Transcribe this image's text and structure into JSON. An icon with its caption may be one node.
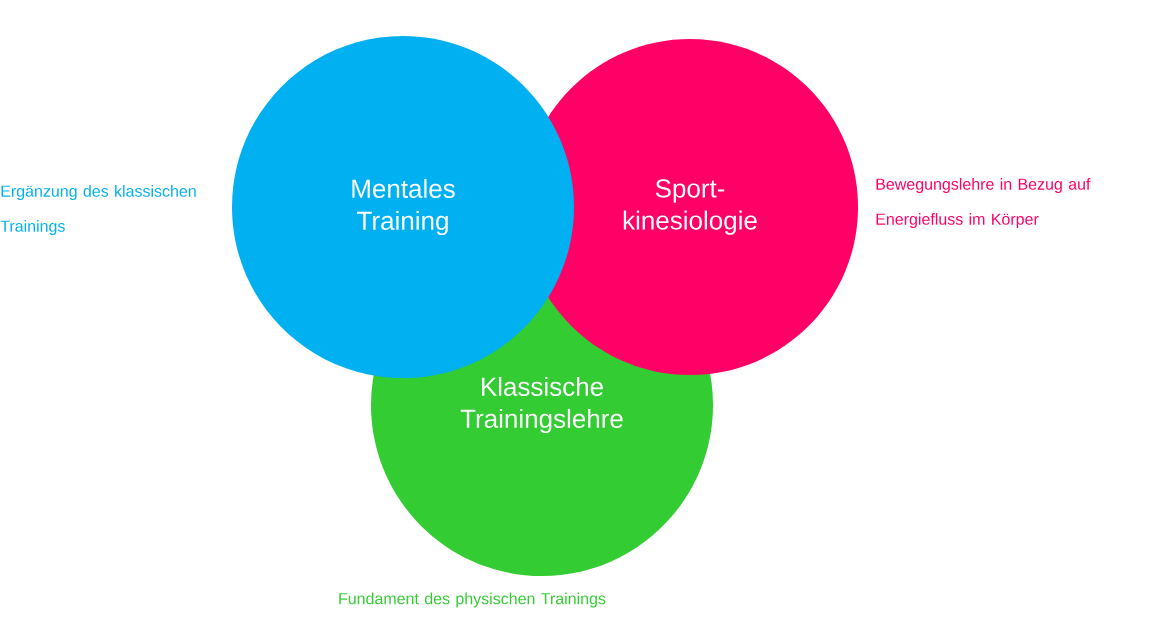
{
  "diagram": {
    "nodes": [
      {
        "text": [
          "Mentales Training"
        ],
        "beside": [
          "Ergänzung des klassischen Trainings"
        ]
      },
      {
        "text": [
          "Sport- kinesiologie"
        ],
        "beside": [
          "Bewegungslehre in Bezug auf Energiefluss im Körper"
        ]
      },
      {
        "text": [
          "Klassische Trainingslehre"
        ],
        "beside": [
          "Fundament des physischen Trainings"
        ]
      }
    ]
  }
}
